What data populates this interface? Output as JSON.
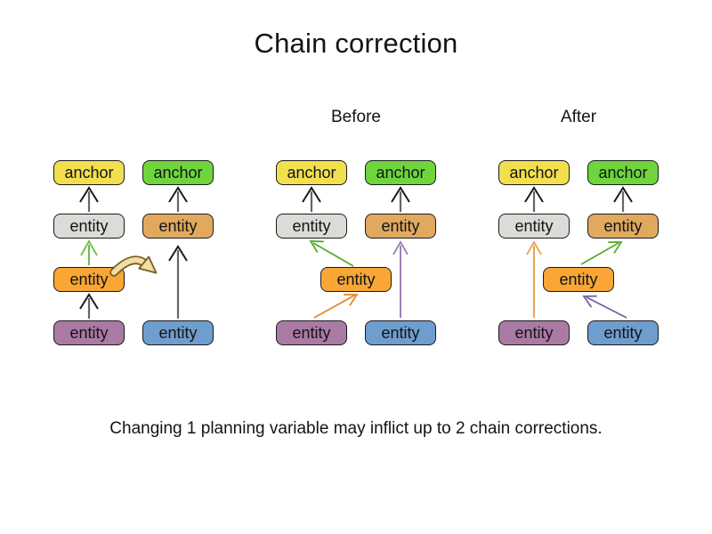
{
  "title": "Chain correction",
  "caption": "Changing 1 planning variable may inflict up to 2 chain corrections.",
  "section_labels": {
    "before": "Before",
    "after": "After"
  },
  "node_labels": {
    "anchor": "anchor",
    "entity": "entity"
  },
  "colors": {
    "anchor_yellow": "#F2DF4E",
    "anchor_green": "#6FD53C",
    "entity_gray": "#D9DCD7",
    "entity_orange": "#F9A634",
    "entity_tan": "#E0A95E",
    "entity_purple": "#AA7AA4",
    "entity_blue": "#6F9DCE",
    "arrow_gray_line": "#666666",
    "arrow_black_head": "#1a1a1a",
    "arrow_green_light": "#6DBE45",
    "arrow_green": "#56AB2E",
    "arrow_orange": "#E2882F",
    "arrow_orange_light": "#EFA055",
    "arrow_purple_light": "#9C82B4",
    "arrow_purple": "#7C5E9E",
    "move_arrow_fill": "#F3DCA6",
    "move_arrow_outline": "#73601F"
  },
  "diagram": {
    "groups": [
      {
        "id": "initial",
        "label": "",
        "arrows": [
          "purple entity -> orange entity (black)",
          "orange entity -> gray entity (green)",
          "gray entity -> yellow anchor (black)",
          "blue entity -> tan entity (black)",
          "tan entity -> green anchor (black)",
          "curved tan move arrow: orange entity moved toward second chain"
        ]
      },
      {
        "id": "before",
        "label": "Before",
        "arrows": [
          "gray entity -> yellow anchor (black)",
          "tan entity -> green anchor (black)",
          "orange entity -> gray entity (green)",
          "purple entity -> orange entity (orange)",
          "blue entity -> tan entity (light purple)"
        ]
      },
      {
        "id": "after",
        "label": "After",
        "arrows": [
          "gray entity -> yellow anchor (black)",
          "tan entity -> green anchor (black)",
          "purple entity -> gray entity (light orange)",
          "orange entity -> tan entity (green)",
          "blue entity -> orange entity (purple)"
        ]
      }
    ]
  }
}
